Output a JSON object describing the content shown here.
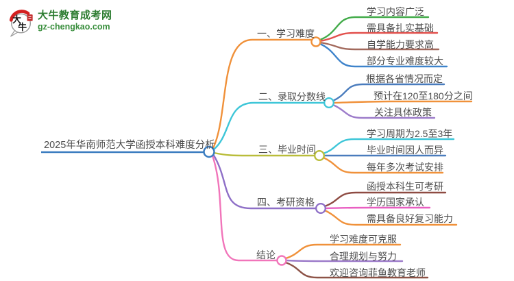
{
  "brand": {
    "logo_text_top": "大",
    "logo_text_bottom": "牛",
    "site_name": "大牛教育成考网",
    "site_url": "gz-chengkao.com",
    "name_color": "#2e7d32",
    "seal_color": "#c22a2a",
    "arc_color": "#d42020"
  },
  "mindmap": {
    "text_color": "#4d4d4d",
    "central": {
      "label": "2025年华南师范大学函授本科难度分析",
      "color": "#3a7cc0"
    },
    "branches": [
      {
        "label": "一、学习难度",
        "color": "#f0913a",
        "children": [
          {
            "label": "学习内容广泛",
            "color": "#42ab49"
          },
          {
            "label": "需具备扎实基础",
            "color": "#e2504c"
          },
          {
            "label": "自学能力要求高",
            "color": "#a2695c"
          },
          {
            "label": "部分专业难度较大",
            "color": "#3e83cb"
          }
        ]
      },
      {
        "label": "二、录取分数线",
        "color": "#3ec6d8",
        "children": [
          {
            "label": "根据各省情况而定",
            "color": "#4a7cbd"
          },
          {
            "label": "预计在120至180分之间",
            "color": "#f0913a"
          },
          {
            "label": "关注具体政策",
            "color": "#9d7cca"
          }
        ]
      },
      {
        "label": "三、毕业时间",
        "color": "#b9bd3a",
        "children": [
          {
            "label": "学习周期为2.5至3年",
            "color": "#3ec6d8"
          },
          {
            "label": "毕业时间因人而异",
            "color": "#4a7cbd"
          },
          {
            "label": "每年多次考试安排",
            "color": "#f0913a"
          }
        ]
      },
      {
        "label": "四、考研资格",
        "color": "#8e6fc7",
        "children": [
          {
            "label": "函授本科生可考研",
            "color": "#8e4b42"
          },
          {
            "label": "学历国家承认",
            "color": "#e95fc2"
          },
          {
            "label": "需具备良好复习能力",
            "color": "#f0913a"
          }
        ]
      },
      {
        "label": "结论",
        "color": "#f175ba",
        "children": [
          {
            "label": "学习难度可克服",
            "color": "#f0913a"
          },
          {
            "label": "合理规划与努力",
            "color": "#9d7cca"
          },
          {
            "label": "欢迎咨询菲鱼教育老师",
            "color": "#8d5347"
          }
        ]
      }
    ]
  }
}
